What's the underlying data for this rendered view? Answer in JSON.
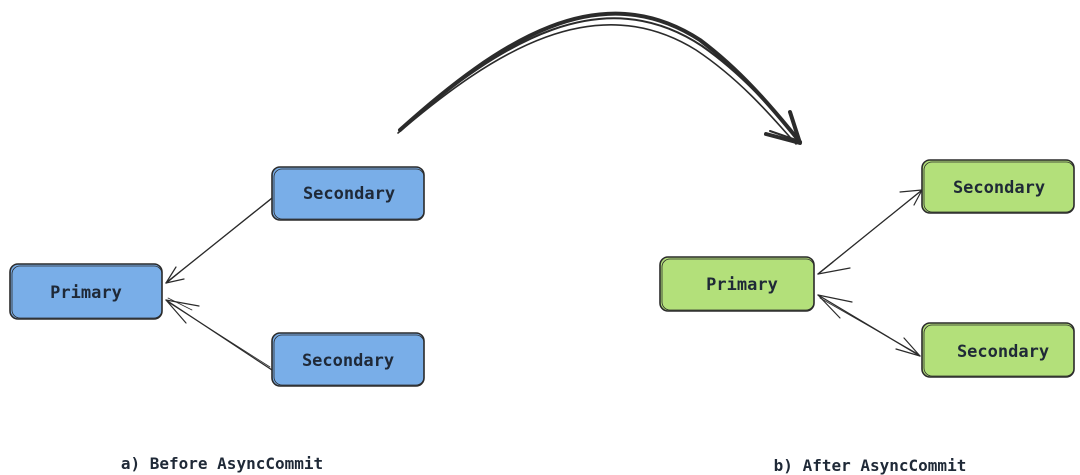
{
  "before": {
    "caption": "a) Before AsyncCommit",
    "primary_label": "Primary",
    "secondary_top_label": "Secondary",
    "secondary_bottom_label": "Secondary",
    "fill_color": "#79aee8"
  },
  "after": {
    "caption": "b) After AsyncCommit",
    "primary_label": "Primary",
    "secondary_top_label": "Secondary",
    "secondary_bottom_label": "Secondary",
    "fill_color": "#b3e07a"
  },
  "stroke_color": "#2b2b2b"
}
